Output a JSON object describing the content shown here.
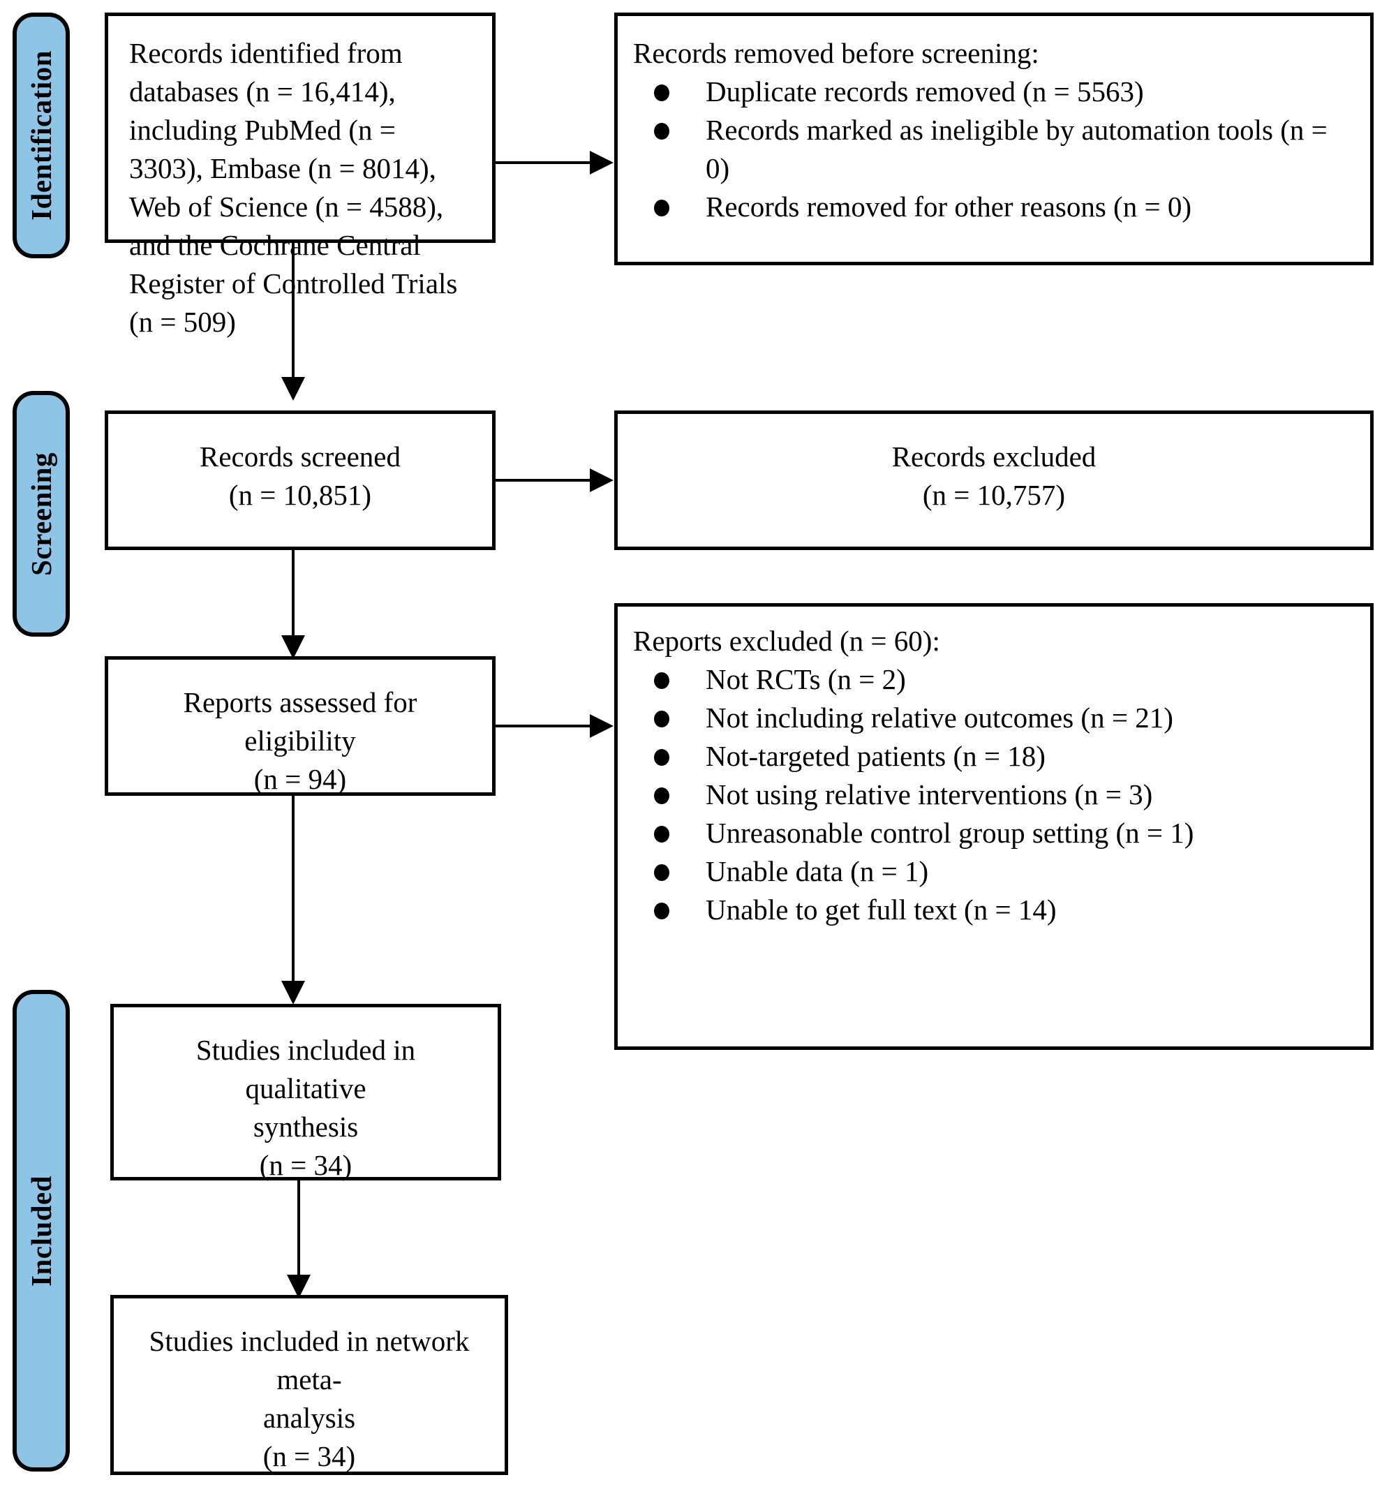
{
  "diagram": {
    "type": "prisma-flow-diagram",
    "accent_color": "#8EC5E6",
    "line_color": "#000000",
    "background_color": "#FFFFFF"
  },
  "stages": [
    {
      "id": "identification",
      "label": "Identification"
    },
    {
      "id": "screening",
      "label": "Screening"
    },
    {
      "id": "included",
      "label": "Included"
    }
  ],
  "boxes": {
    "records_identified": {
      "text": "Records identified from databases (n = 16,414), including PubMed (n = 3303), Embase (n = 8014), Web of Science (n = 4588), and the Cochrane Central Register of Controlled Trials (n = 509)"
    },
    "records_removed": {
      "heading": "Records removed before screening:",
      "items": [
        "Duplicate records removed (n = 5563)",
        "Records marked as ineligible by automation tools (n = 0)",
        "Records removed for other reasons (n = 0)"
      ]
    },
    "records_screened": {
      "line1": "Records screened",
      "line2": "(n = 10,851)"
    },
    "records_excluded": {
      "line1": "Records excluded",
      "line2": "(n = 10,757)"
    },
    "reports_assessed": {
      "line1": "Reports assessed for eligibility",
      "line2": "(n = 94)"
    },
    "reports_excluded": {
      "heading": "Reports excluded (n = 60):",
      "items": [
        "Not RCTs (n = 2)",
        "Not including relative outcomes (n = 21)",
        "Not-targeted patients (n = 18)",
        "Not using relative interventions (n = 3)",
        "Unreasonable control group setting (n = 1)",
        "Unable data (n = 1)",
        "Unable to get full text (n = 14)"
      ]
    },
    "qualitative_synthesis": {
      "line1": "Studies included in qualitative",
      "line2": "synthesis",
      "line3": "(n = 34)"
    },
    "network_meta_analysis": {
      "line1": "Studies included in network meta-",
      "line2": "analysis",
      "line3": "(n = 34)"
    }
  },
  "chart_data": {
    "type": "diagram",
    "title": "PRISMA 2020 flow diagram",
    "nodes": [
      {
        "id": "records_identified",
        "stage": "Identification",
        "n": 16414
      },
      {
        "id": "records_removed",
        "stage": "Identification",
        "n": 5563
      },
      {
        "id": "records_screened",
        "stage": "Screening",
        "n": 10851
      },
      {
        "id": "records_excluded",
        "stage": "Screening",
        "n": 10757
      },
      {
        "id": "reports_assessed",
        "stage": "Screening",
        "n": 94
      },
      {
        "id": "reports_excluded",
        "stage": "Screening",
        "n": 60
      },
      {
        "id": "qualitative_synthesis",
        "stage": "Included",
        "n": 34
      },
      {
        "id": "network_meta_analysis",
        "stage": "Included",
        "n": 34
      }
    ],
    "databases": [
      {
        "name": "PubMed",
        "n": 3303
      },
      {
        "name": "Embase",
        "n": 8014
      },
      {
        "name": "Web of Science",
        "n": 4588
      },
      {
        "name": "Cochrane Central Register of Controlled Trials",
        "n": 509
      }
    ],
    "removed_before_screening": [
      {
        "reason": "Duplicate records removed",
        "n": 5563
      },
      {
        "reason": "Records marked as ineligible by automation tools",
        "n": 0
      },
      {
        "reason": "Records removed for other reasons",
        "n": 0
      }
    ],
    "reports_excluded_reasons": [
      {
        "reason": "Not RCTs",
        "n": 2
      },
      {
        "reason": "Not including relative outcomes",
        "n": 21
      },
      {
        "reason": "Not-targeted patients",
        "n": 18
      },
      {
        "reason": "Not using relative interventions",
        "n": 3
      },
      {
        "reason": "Unreasonable control group setting",
        "n": 1
      },
      {
        "reason": "Unable data",
        "n": 1
      },
      {
        "reason": "Unable to get full text",
        "n": 14
      }
    ],
    "edges": [
      {
        "from": "records_identified",
        "to": "records_removed",
        "direction": "right"
      },
      {
        "from": "records_identified",
        "to": "records_screened",
        "direction": "down"
      },
      {
        "from": "records_screened",
        "to": "records_excluded",
        "direction": "right"
      },
      {
        "from": "records_screened",
        "to": "reports_assessed",
        "direction": "down"
      },
      {
        "from": "reports_assessed",
        "to": "reports_excluded",
        "direction": "right"
      },
      {
        "from": "reports_assessed",
        "to": "qualitative_synthesis",
        "direction": "down"
      },
      {
        "from": "qualitative_synthesis",
        "to": "network_meta_analysis",
        "direction": "down"
      }
    ]
  }
}
